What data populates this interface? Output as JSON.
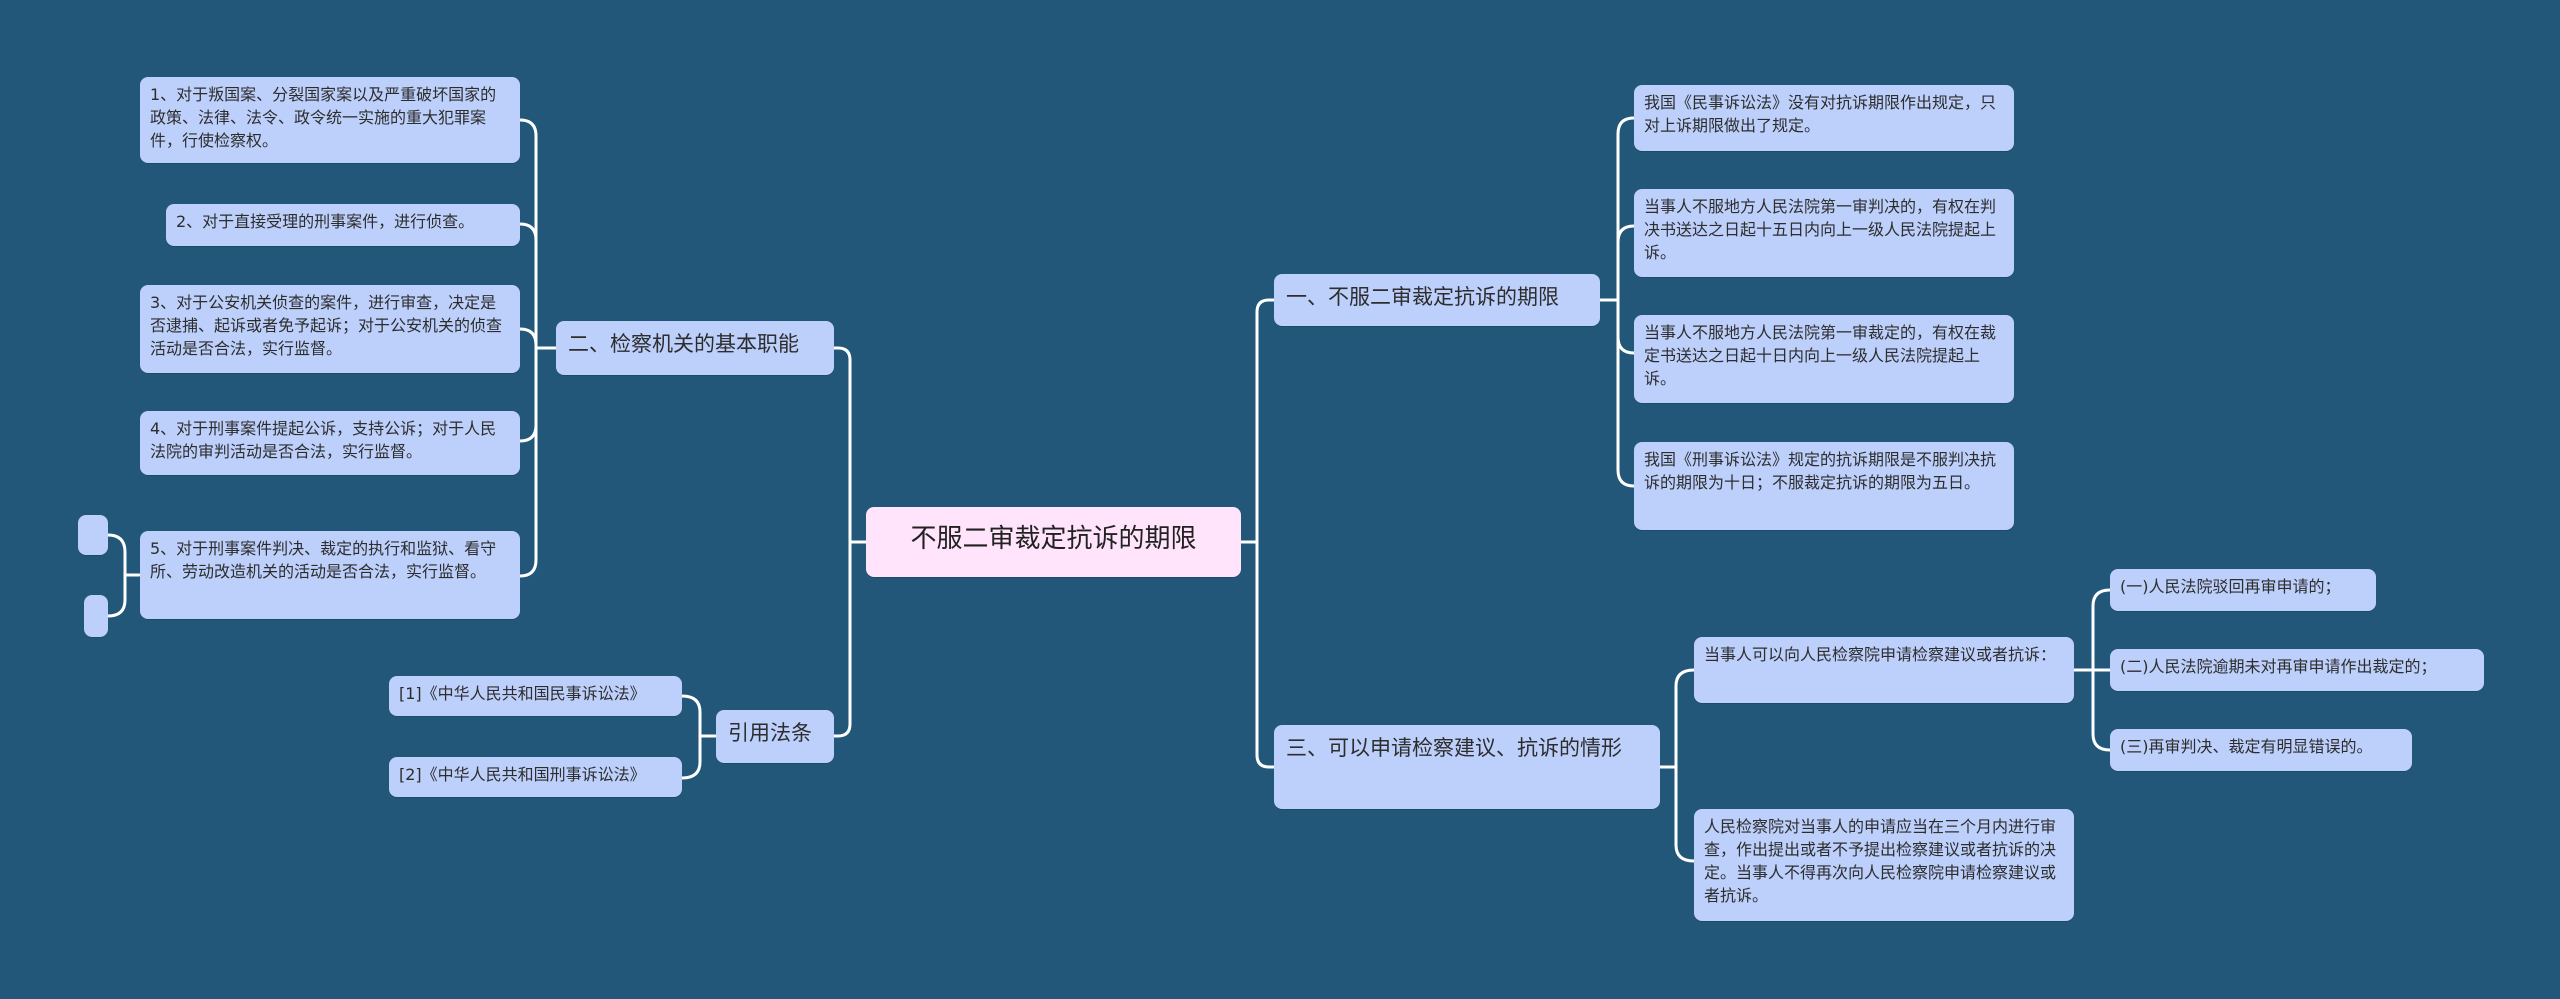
{
  "colors": {
    "background": "#22577a",
    "node_fill": "#bdd0fb",
    "root_fill": "#ffe4fb",
    "connector": "#ffffff",
    "text": "#2d2d2d"
  },
  "root": {
    "label": "不服二审裁定抗诉的期限"
  },
  "left": {
    "functions": {
      "label": "二、检察机关的基本职能",
      "items": [
        "1、对于叛国案、分裂国家案以及严重破坏国家的政策、法律、法令、政令统一实施的重大犯罪案件，行使检察权。",
        "2、对于直接受理的刑事案件，进行侦查。",
        "3、对于公安机关侦查的案件，进行审查，决定是否逮捕、起诉或者免予起诉；对于公安机关的侦查活动是否合法，实行监督。",
        "4、对于刑事案件提起公诉，支持公诉；对于人民法院的审判活动是否合法，实行监督。",
        "5、对于刑事案件判决、裁定的执行和监狱、看守所、劳动改造机关的活动是否合法，实行监督。"
      ],
      "item5_children": [
        "",
        ""
      ]
    },
    "citations": {
      "label": "引用法条",
      "items": [
        "[1]《中华人民共和国民事诉讼法》",
        "[2]《中华人民共和国刑事诉讼法》"
      ]
    }
  },
  "right": {
    "period": {
      "label": "一、不服二审裁定抗诉的期限",
      "items": [
        "我国《民事诉讼法》没有对抗诉期限作出规定，只对上诉期限做出了规定。",
        "当事人不服地方人民法院第一审判决的，有权在判决书送达之日起十五日内向上一级人民法院提起上诉。",
        "当事人不服地方人民法院第一审裁定的，有权在裁定书送达之日起十日内向上一级人民法院提起上诉。",
        "我国《刑事诉讼法》规定的抗诉期限是不服判决抗诉的期限为十日；不服裁定抗诉的期限为五日。"
      ]
    },
    "cases": {
      "label": "三、可以申请检察建议、抗诉的情形",
      "items": [
        "当事人可以向人民检察院申请检察建议或者抗诉：",
        "人民检察院对当事人的申请应当在三个月内进行审查，作出提出或者不予提出检察建议或者抗诉的决定。当事人不得再次向人民检察院申请检察建议或者抗诉。"
      ],
      "sub_items": [
        "(一)人民法院驳回再审申请的；",
        "(二)人民法院逾期未对再审申请作出裁定的；",
        "(三)再审判决、裁定有明显错误的。"
      ]
    }
  }
}
